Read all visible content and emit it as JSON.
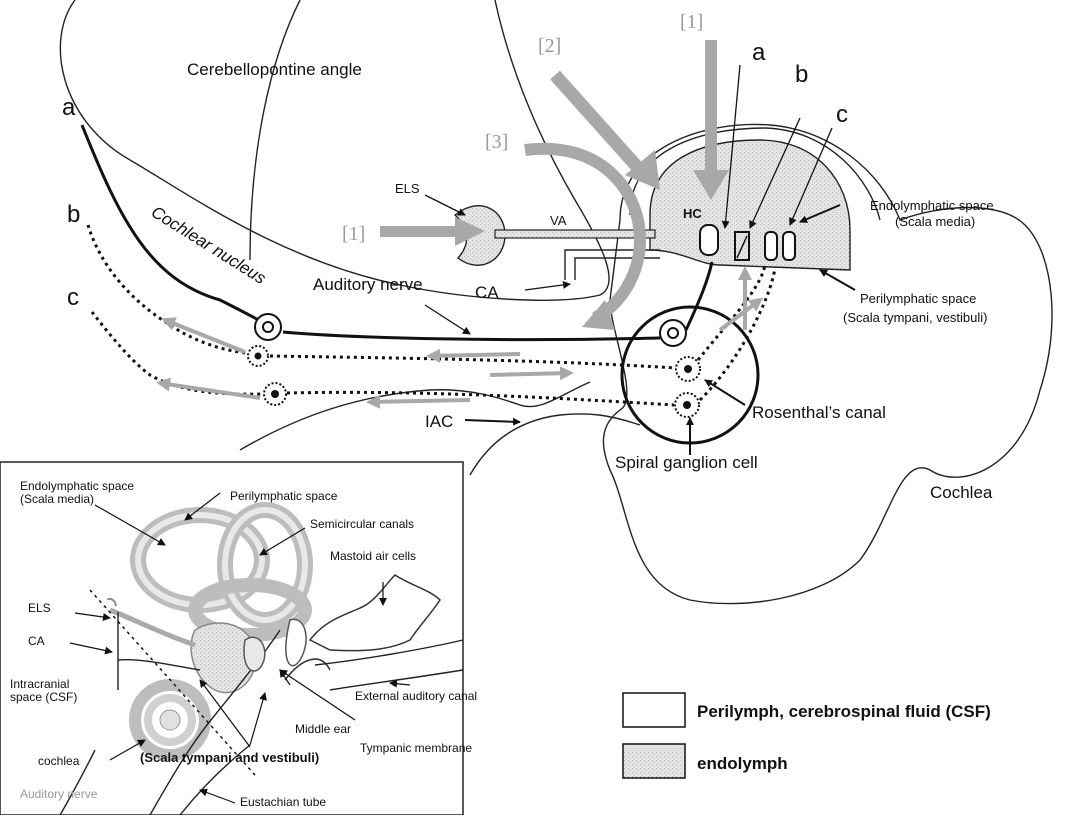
{
  "colors": {
    "endolymph_fill": "#dcdcdc",
    "route_arrow": "#a8a8a8",
    "line": "#111111"
  },
  "labels": {
    "cerebellopontine": "Cerebellopontine angle",
    "cochlear_nucleus": "Cochlear nucleus",
    "auditory_nerve": "Auditory nerve",
    "els": "ELS",
    "va": "VA",
    "ca": "CA",
    "hc": "HC",
    "iac": "IAC",
    "endolymphatic_space_1": "Endolymphatic space",
    "endolymphatic_space_2": "(Scala media)",
    "perilymphatic_space_1": "Perilymphatic space",
    "perilymphatic_space_2": "(Scala tympani, vestibuli)",
    "rosenthal": "Rosenthal’s canal",
    "spiral_ganglion": "Spiral ganglion cell",
    "cochlea": "Cochlea"
  },
  "pathway_letters": {
    "left_a": "a",
    "left_b": "b",
    "left_c": "c",
    "top_a": "a",
    "top_b": "b",
    "top_c": "c"
  },
  "routes": {
    "route_1_top": "[1]",
    "route_1_left": "[1]",
    "route_2": "[2]",
    "route_3": "[3]"
  },
  "inset": {
    "endolymphatic_1": "Endolymphatic space",
    "endolymphatic_2": "(Scala media)",
    "perilymphatic": "Perilymphatic space",
    "semicircular": "Semicircular canals",
    "mastoid": "Mastoid air cells",
    "els": "ELS",
    "ca": "CA",
    "intracranial_1": "Intracranial",
    "intracranial_2": "space (CSF)",
    "cochlea": "cochlea",
    "auditory_nerve": "Auditory nerve",
    "scala": "(Scala tympani and vestibuli)",
    "middle_ear": "Middle ear",
    "tympanic": "Tympanic membrane",
    "external_canal": "External auditory canal",
    "eustachian": "Eustachian tube"
  },
  "legend": [
    {
      "label": "Perilymph, cerebrospinal fluid (CSF)",
      "fill": "#ffffff"
    },
    {
      "label": "endolymph",
      "fill": "#dcdcdc"
    }
  ]
}
